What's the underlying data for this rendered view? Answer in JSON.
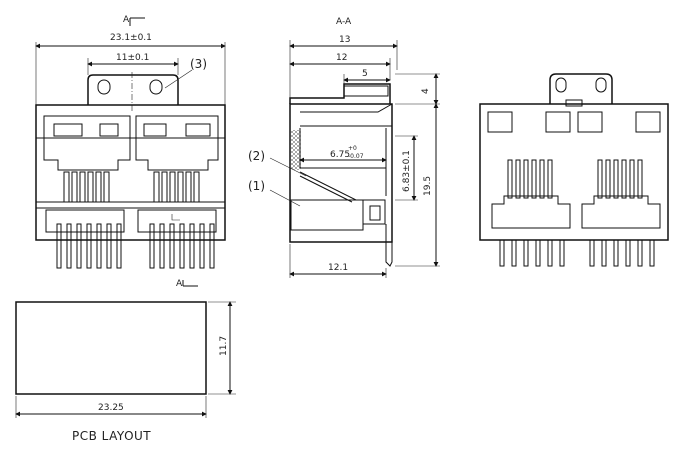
{
  "labels": {
    "section_mark_top": "A",
    "section_mark_bottom": "A",
    "section_title": "A-A",
    "callout_1": "(1)",
    "callout_2": "(2)",
    "callout_3": "(3)",
    "pcb_caption": "PCB LAYOUT"
  },
  "front_view": {
    "width_dim": "23.1±0.1",
    "tab_width_dim": "11±0.1"
  },
  "side_view": {
    "top_dim": "13",
    "dim_12": "12",
    "dim_5": "5",
    "dim_4": "4",
    "dim_6_75": "6.75",
    "tol_6_75_upper": "+0",
    "tol_6_75_lower": "-0.07",
    "dim_6_83": "6.83±0.1",
    "dim_19_5": "19.5",
    "dim_12_1": "12.1"
  },
  "pcb_layout": {
    "width_dim": "23.25",
    "height_dim": "11.7"
  },
  "colors": {
    "line": "#111111",
    "hatch": "#555555"
  }
}
